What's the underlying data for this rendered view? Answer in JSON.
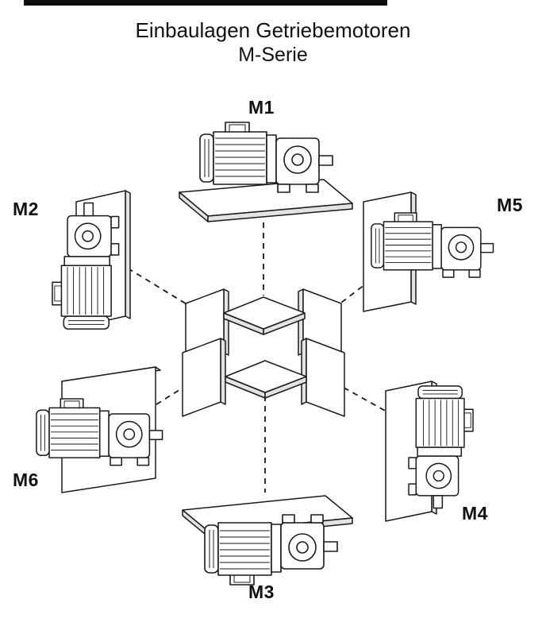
{
  "title": {
    "line1": "Einbaulagen Getriebemotoren",
    "line2": "M-Serie"
  },
  "labels": {
    "m1": "M1",
    "m2": "M2",
    "m3": "M3",
    "m4": "M4",
    "m5": "M5",
    "m6": "M6"
  },
  "figures": {
    "m1": "gear-motor-horizontal-on-base-plate",
    "m2": "gear-motor-vertical-output-shaft-up-wall-mounted",
    "m3": "gear-motor-horizontal-under-ceiling-plate",
    "m4": "gear-motor-vertical-output-shaft-down-wall-mounted",
    "m5": "gear-motor-horizontal-wall-mounted-shaft-right",
    "m6": "gear-motor-horizontal-wall-mounted-shaft-right",
    "center": "mounting-orientation-cube-of-plates"
  },
  "colors": {
    "ink": "#1a1a1a",
    "background": "#ffffff",
    "plate_edge": "#e3e3e3"
  }
}
